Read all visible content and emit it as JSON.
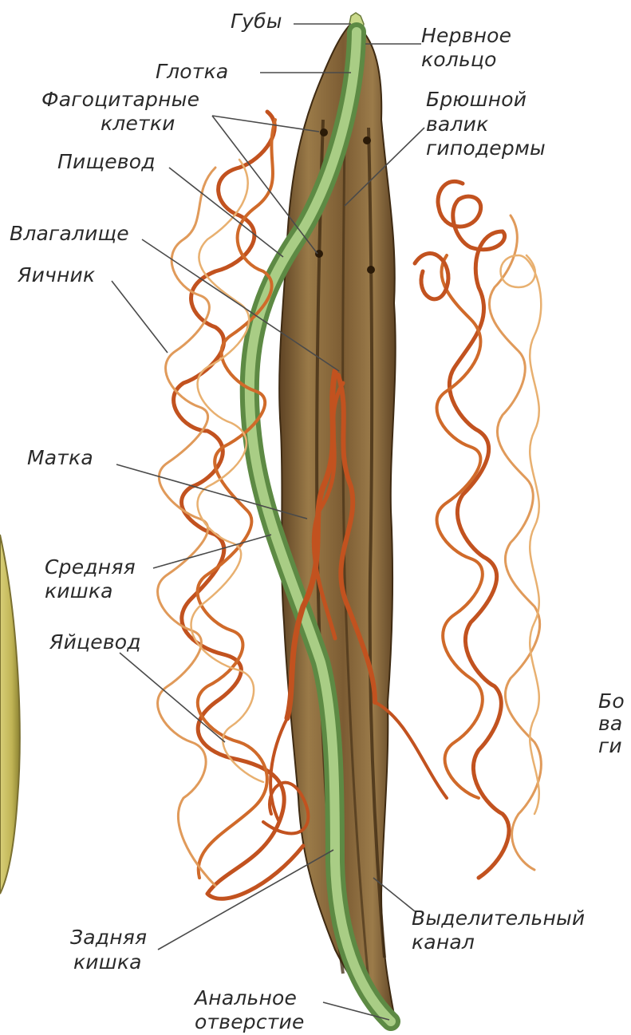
{
  "labels": {
    "lips": "Губы",
    "pharynx": "Глотка",
    "nerve_ring": [
      "Нервное",
      "кольцо"
    ],
    "phagocytic_cells": [
      "Фагоцитарные",
      "клетки"
    ],
    "ventral_ridge": [
      "Брюшной",
      "валик",
      "гиподермы"
    ],
    "esophagus": "Пищевод",
    "vagina": "Влагалище",
    "ovary": "Яичник",
    "uterus": "Матка",
    "midgut": [
      "Средняя",
      "кишка"
    ],
    "oviduct": "Яйцевод",
    "lateral_ridge_partial": [
      "Бо",
      "ва",
      "ги"
    ],
    "hindgut": [
      "Задняя",
      "кишка"
    ],
    "excretory_canal": [
      "Выделительный",
      "канал"
    ],
    "anus": [
      "Анальное",
      "отверстие"
    ]
  },
  "colors": {
    "body": "#8a6a3c",
    "body_dark": "#5e4324",
    "gut": "#8fb56c",
    "gut_dark": "#5d8a44",
    "reproductive": "#c2521f",
    "reproductive_light": "#d9894a",
    "neighbor_worm": "#c9bf62",
    "leader": "#4a4a4a"
  }
}
